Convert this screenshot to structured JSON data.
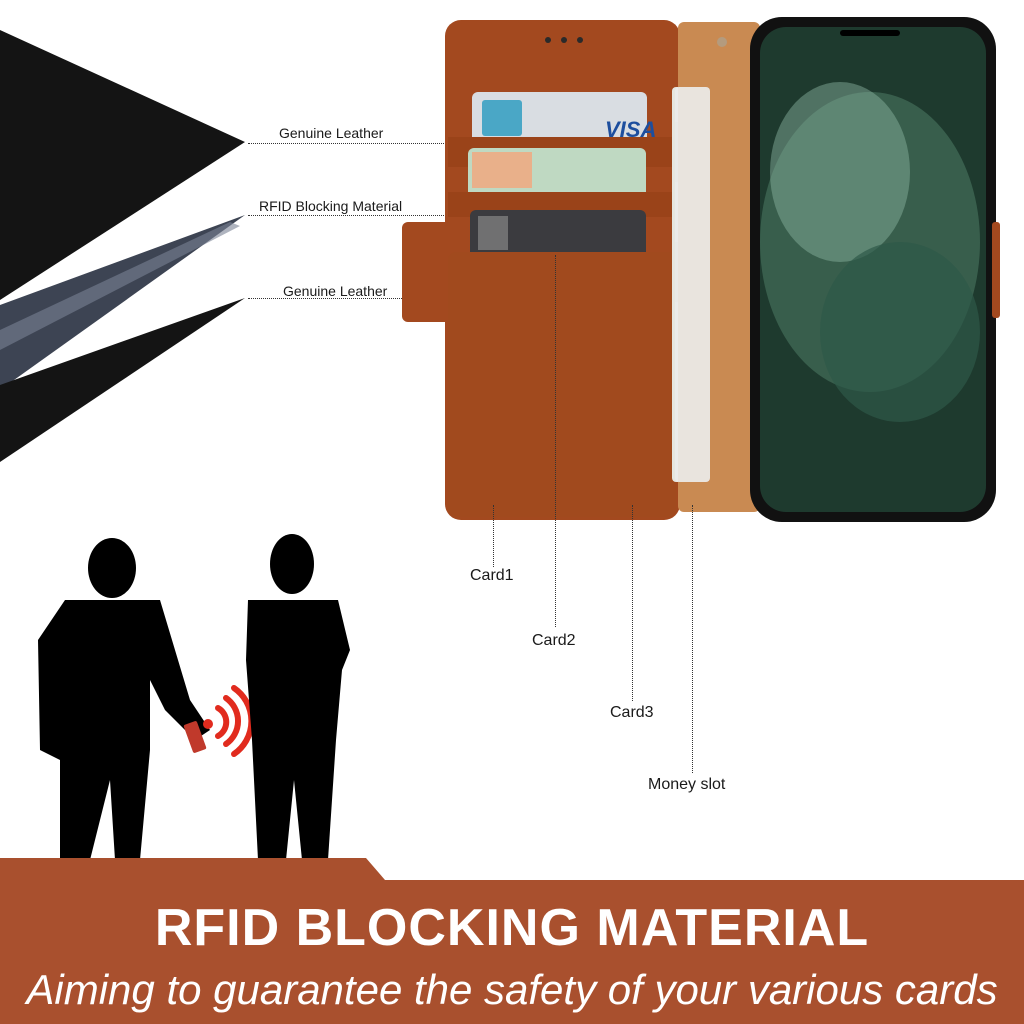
{
  "layers": {
    "top_label": "Genuine Leather",
    "middle_label": "RFID Blocking Material",
    "bottom_label": "Genuine Leather"
  },
  "callouts": {
    "card1": "Card1",
    "card2": "Card2",
    "card3": "Card3",
    "money_slot": "Money slot"
  },
  "banner": {
    "title": "RFID BLOCKING MATERIAL",
    "subtitle": "Aiming to guarantee the safety of your various cards"
  },
  "colors": {
    "leather": "#a3491f",
    "banner": "#a9502e",
    "inner_suede": "#c98a52",
    "signal": "#e12b1e",
    "phone_screen": "#1e3a2e"
  }
}
